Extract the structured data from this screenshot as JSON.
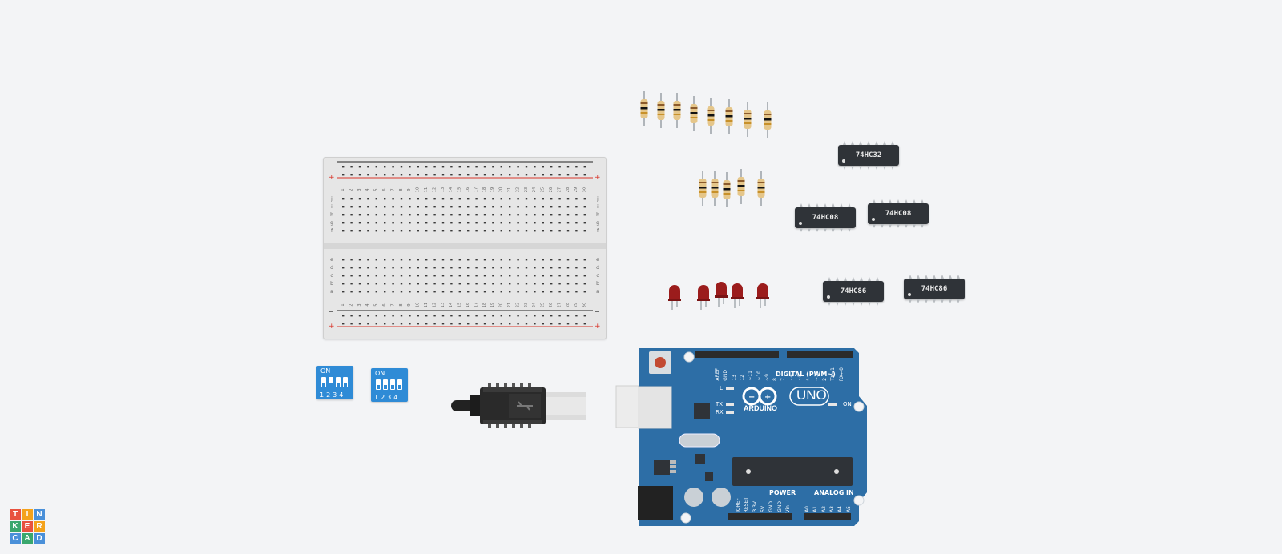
{
  "app": {
    "name": "Tinkercad"
  },
  "logo": {
    "letters": [
      "T",
      "I",
      "N",
      "K",
      "E",
      "R",
      "C",
      "A",
      "D"
    ],
    "colors": [
      "#e8523f",
      "#f4a21b",
      "#4a90d9",
      "#3aa76d",
      "#e8523f",
      "#f4a21b",
      "#4a90d9",
      "#3aa76d",
      "#4a90d9"
    ]
  },
  "breadboard": {
    "rows_top": [
      "j",
      "i",
      "h",
      "g",
      "f"
    ],
    "rows_bottom": [
      "e",
      "d",
      "c",
      "b",
      "a"
    ],
    "columns": [
      "1",
      "2",
      "3",
      "4",
      "5",
      "6",
      "7",
      "8",
      "9",
      "10",
      "11",
      "12",
      "13",
      "14",
      "15",
      "16",
      "17",
      "18",
      "19",
      "20",
      "21",
      "22",
      "23",
      "24",
      "25",
      "26",
      "27",
      "28",
      "29",
      "30"
    ],
    "rail_minus": "−",
    "rail_plus": "+",
    "colors": {
      "body": "#e6e6e6",
      "hole": "#3a3a3a",
      "minus_line": "#222222",
      "plus_line": "#d9362b"
    }
  },
  "ics": [
    {
      "label": "74HC32"
    },
    {
      "label": "74HC08"
    },
    {
      "label": "74HC08"
    },
    {
      "label": "74HC86"
    },
    {
      "label": "74HC86"
    }
  ],
  "dip_switches": [
    {
      "on_label": "ON",
      "numbers": "1234"
    },
    {
      "on_label": "ON",
      "numbers": "1234"
    }
  ],
  "arduino": {
    "brand": "ARDUINO",
    "model": "UNO",
    "digital_label": "DIGITAL (PWM~)",
    "power_label": "POWER",
    "analog_label": "ANALOG IN",
    "on_label": "ON",
    "led_labels": [
      "L",
      "TX",
      "RX"
    ],
    "digital_pins": [
      "AREF",
      "GND",
      "13",
      "12",
      "~11",
      "~10",
      "~9",
      "8",
      "7",
      "~6",
      "~5",
      "4",
      "~3",
      "2",
      "TX→1",
      "RX←0"
    ],
    "power_pins": [
      "IOREF",
      "RESET",
      "3.3V",
      "5V",
      "GND",
      "GND",
      "Vin"
    ],
    "analog_pins": [
      "A0",
      "A1",
      "A2",
      "A3",
      "A4",
      "A5"
    ],
    "colors": {
      "board": "#2d6ea6",
      "header": "#2b2b2b",
      "chip": "#2f3338"
    }
  },
  "components": {
    "resistor_icon": "resistor-icon",
    "led_icon": "led-icon",
    "usb_icon": "usb-cable-icon",
    "led_color": "#9b1c1c",
    "resistor_color": "#e5c68a"
  }
}
